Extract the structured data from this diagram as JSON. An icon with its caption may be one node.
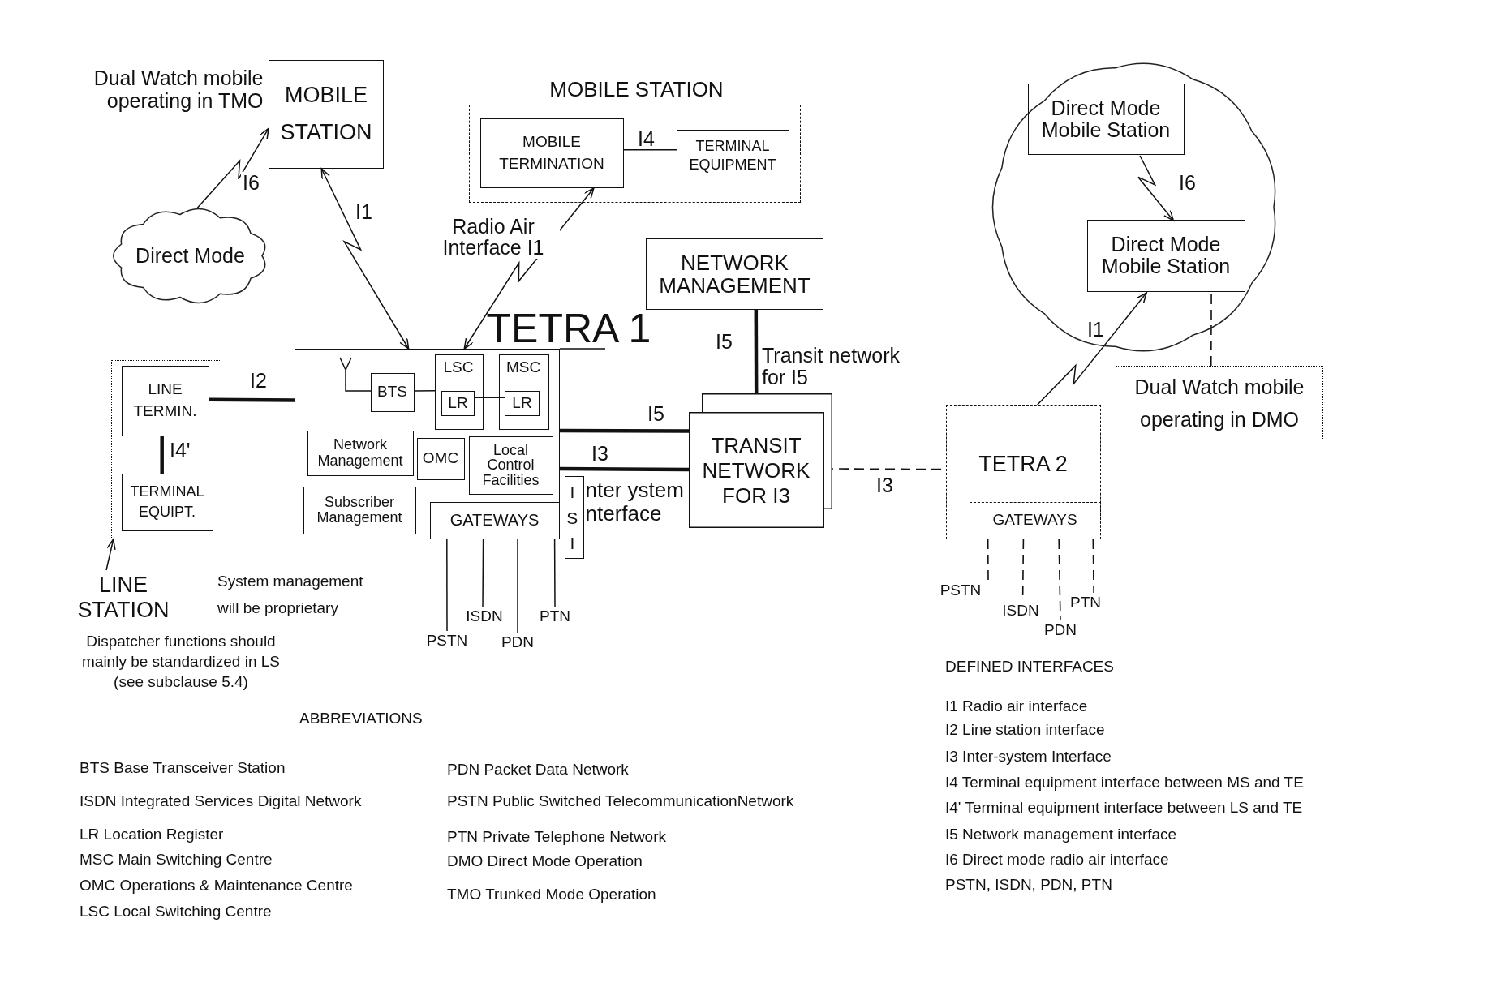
{
  "diagram": {
    "nodes": [
      {
        "text": [
          "MOBILE STATION"
        ],
        "beside": [
          "Dual Watch mobile operating in TMO"
        ]
      },
      {
        "text": [
          "MOBILE STATION"
        ]
      },
      {
        "text": [
          "MOBILE TERMINATION"
        ],
        "in": 1
      },
      {
        "text": [
          "TERMINAL EQUIPMENT"
        ],
        "in": 1
      },
      {
        "text": [
          "Direct Mode"
        ]
      },
      {
        "text": [],
        "shape": "cloud"
      },
      {
        "text": [
          "Direct Mode Mobile Station"
        ],
        "in": 5
      },
      {
        "text": [
          "Direct Mode Mobile Station"
        ],
        "in": 5
      },
      {
        "text": [
          "NETWORK MANAGEMENT"
        ]
      },
      {
        "text": [
          "TETRA 1"
        ]
      },
      {
        "text": [
          "BTS"
        ],
        "in": 9
      },
      {
        "text": [
          "LSC"
        ],
        "in": 9
      },
      {
        "text": [
          "LR"
        ],
        "in": 11
      },
      {
        "text": [
          "MSC"
        ],
        "in": 9
      },
      {
        "text": [
          "LR"
        ],
        "in": 13
      },
      {
        "text": [
          "Network Management"
        ],
        "in": 9
      },
      {
        "text": [
          "OMC"
        ],
        "in": 9
      },
      {
        "text": [
          "Local Control Facilities"
        ],
        "in": 9
      },
      {
        "text": [
          "Subscriber Management"
        ],
        "in": 9
      },
      {
        "text": [
          "GATEWAYS"
        ],
        "in": 9
      },
      {
        "text": [
          "ISI"
        ],
        "beside": [
          "nter ystem nterface"
        ]
      },
      {
        "text": [],
        "shape": "box"
      },
      {
        "text": [
          "LINE TERMIN."
        ],
        "in": 21
      },
      {
        "text": [
          "TERMINAL EQUIPT."
        ],
        "in": 21
      },
      {
        "text": [
          "TRANSIT NETWORK FOR I3"
        ]
      },
      {
        "text": [
          "Dual Watch mobile operating in DMO"
        ]
      },
      {
        "text": [
          "TETRA 2"
        ]
      },
      {
        "text": [
          "GATEWAYS"
        ],
        "in": 26
      },
      {
        "text": [
          "LINE STATION"
        ]
      },
      {
        "text": [
          "PSTN"
        ]
      },
      {
        "text": [
          "ISDN"
        ]
      },
      {
        "text": [
          "PDN"
        ]
      },
      {
        "text": [
          "PTN"
        ]
      },
      {
        "text": [
          "PSTN"
        ]
      },
      {
        "text": [
          "ISDN"
        ]
      },
      {
        "text": [
          "PDN"
        ]
      },
      {
        "text": [
          "PTN"
        ]
      }
    ],
    "edges": [
      {
        "from": 4,
        "to": 0,
        "arrow": "to",
        "label": "I6"
      },
      {
        "from": 0,
        "to": 9,
        "arrow": "both",
        "label": "I1"
      },
      {
        "from": 2,
        "to": 3,
        "arrow": "none",
        "label": "I4"
      },
      {
        "from": 2,
        "to": 9,
        "arrow": "both",
        "label": "Radio Air Interface I1"
      },
      {
        "from": 22,
        "to": 9,
        "arrow": "none",
        "label": "I2",
        "style": "thick"
      },
      {
        "from": 22,
        "to": 23,
        "arrow": "none",
        "label": "I4'",
        "style": "thick"
      },
      {
        "from": 28,
        "to": 21,
        "arrow": "to"
      },
      {
        "from": 10,
        "to": 11,
        "arrow": "none"
      },
      {
        "from": 12,
        "to": 14,
        "arrow": "none"
      },
      {
        "from": 8,
        "to": 24,
        "arrow": "none",
        "label": "I5",
        "style": "thick"
      },
      {
        "from": 9,
        "to": 24,
        "arrow": "none",
        "label": "I5",
        "style": "thick"
      },
      {
        "from": 9,
        "to": 24,
        "arrow": "none",
        "label": "I3",
        "style": "thick"
      },
      {
        "from": 24,
        "to": 26,
        "arrow": "none",
        "label": "I3",
        "style": "dashed"
      },
      {
        "from": 6,
        "to": 7,
        "arrow": "to",
        "label": "I6"
      },
      {
        "from": 26,
        "to": 7,
        "arrow": "to",
        "label": "I1"
      },
      {
        "from": 25,
        "to": 7,
        "arrow": "none",
        "style": "dashed"
      },
      {
        "from": 19,
        "to": 29,
        "arrow": "none"
      },
      {
        "from": 19,
        "to": 30,
        "arrow": "none"
      },
      {
        "from": 19,
        "to": 31,
        "arrow": "none"
      },
      {
        "from": 19,
        "to": 32,
        "arrow": "none"
      },
      {
        "from": 27,
        "to": 33,
        "arrow": "none",
        "style": "dashed"
      },
      {
        "from": 27,
        "to": 34,
        "arrow": "none",
        "style": "dashed"
      },
      {
        "from": 27,
        "to": 35,
        "arrow": "none",
        "style": "dashed"
      },
      {
        "from": 27,
        "to": 36,
        "arrow": "none",
        "style": "dashed"
      }
    ],
    "labels": [
      "Transit network for I5",
      "Dispatcher functions should mainly be standardized in LS (see subclause 5.4)",
      "System management will be proprietary",
      "ABBREVIATIONS",
      "BTS Base Transceiver Station",
      "PDN  Packet Data Network",
      "ISDN  Integrated Services Digital Network",
      "PSTN Public Switched TelecommunicationNetwork",
      "LR Location Register",
      "PTN  Private Telephone Network",
      "MSC Main Switching Centre",
      "DMO Direct Mode Operation",
      "OMC Operations & Maintenance Centre",
      "TMO Trunked Mode Operation",
      "LSC Local Switching Centre",
      "DEFINED INTERFACES",
      "I1 Radio air interface",
      "I2 Line station interface",
      "I3 Inter-system Interface",
      "I4 Terminal equipment interface between MS and TE",
      "I4' Terminal equipment interface between LS and TE",
      "I5 Network management interface",
      "I6 Direct mode radio air interface",
      "PSTN, ISDN, PDN, PTN"
    ]
  }
}
